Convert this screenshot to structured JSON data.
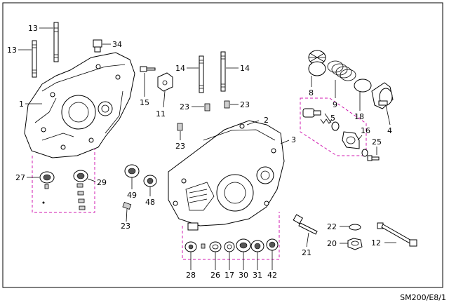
{
  "reference_code": "SM200/E8/1",
  "callouts": {
    "c1": "1",
    "c2": "2",
    "c3": "3",
    "c4": "4",
    "c5": "5",
    "c8": "8",
    "c9": "9",
    "c11": "11",
    "c12": "12",
    "c13a": "13",
    "c13b": "13",
    "c14a": "14",
    "c14b": "14",
    "c15": "15",
    "c16": "16",
    "c17": "17",
    "c18": "18",
    "c20": "20",
    "c21": "21",
    "c22": "22",
    "c23a": "23",
    "c23b": "23",
    "c23c": "23",
    "c23d": "23",
    "c25": "25",
    "c26": "26",
    "c27": "27",
    "c28": "28",
    "c29": "29",
    "c30": "30",
    "c31": "31",
    "c34": "34",
    "c42": "42",
    "c48": "48",
    "c49": "49"
  },
  "colors": {
    "line": "#000000",
    "group_box": "#d01ab0",
    "background": "#ffffff"
  }
}
